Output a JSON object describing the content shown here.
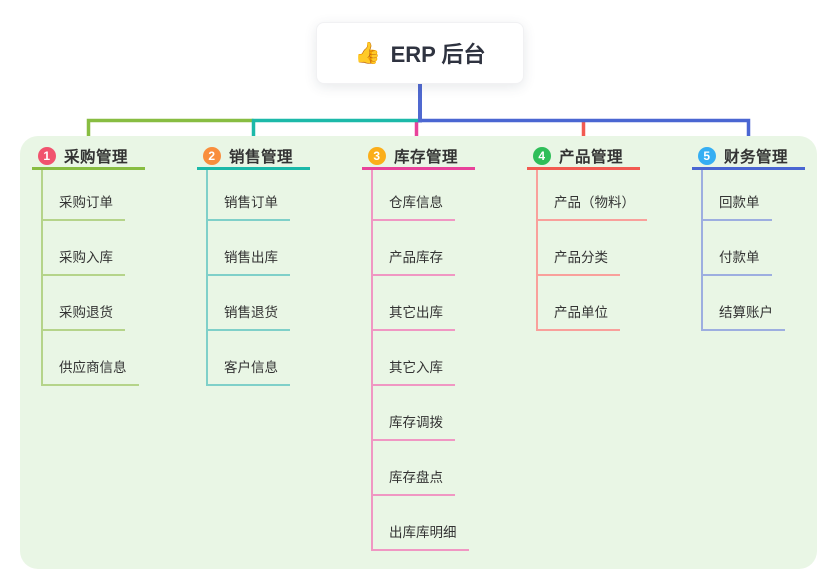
{
  "root": {
    "title": "ERP 后台",
    "icon": "thumbs-up-icon",
    "connector_color": "#5069d0"
  },
  "panel_color": "#e9f6e5",
  "branches": [
    {
      "index": "1",
      "label": "采购管理",
      "color": "#88bd42",
      "light_color": "#b5d48a",
      "badge_color": "#f1536e",
      "children": [
        "采购订单",
        "采购入库",
        "采购退货",
        "供应商信息"
      ]
    },
    {
      "index": "2",
      "label": "销售管理",
      "color": "#1cb9a9",
      "light_color": "#7fd0c9",
      "badge_color": "#f98e3d",
      "children": [
        "销售订单",
        "销售出库",
        "销售退货",
        "客户信息"
      ]
    },
    {
      "index": "3",
      "label": "库存管理",
      "color": "#e8429a",
      "light_color": "#f097c3",
      "badge_color": "#fbae1a",
      "children": [
        "仓库信息",
        "产品库存",
        "其它出库",
        "其它入库",
        "库存调拨",
        "库存盘点",
        "出库库明细"
      ]
    },
    {
      "index": "4",
      "label": "产品管理",
      "color": "#f25a51",
      "light_color": "#f9a09b",
      "badge_color": "#2fbe59",
      "children": [
        "产品（物料）",
        "产品分类",
        "产品单位"
      ]
    },
    {
      "index": "5",
      "label": "财务管理",
      "color": "#4a66d2",
      "light_color": "#9daee0",
      "badge_color": "#35aef3",
      "children": [
        "回款单",
        "付款单",
        "结算账户"
      ]
    }
  ]
}
